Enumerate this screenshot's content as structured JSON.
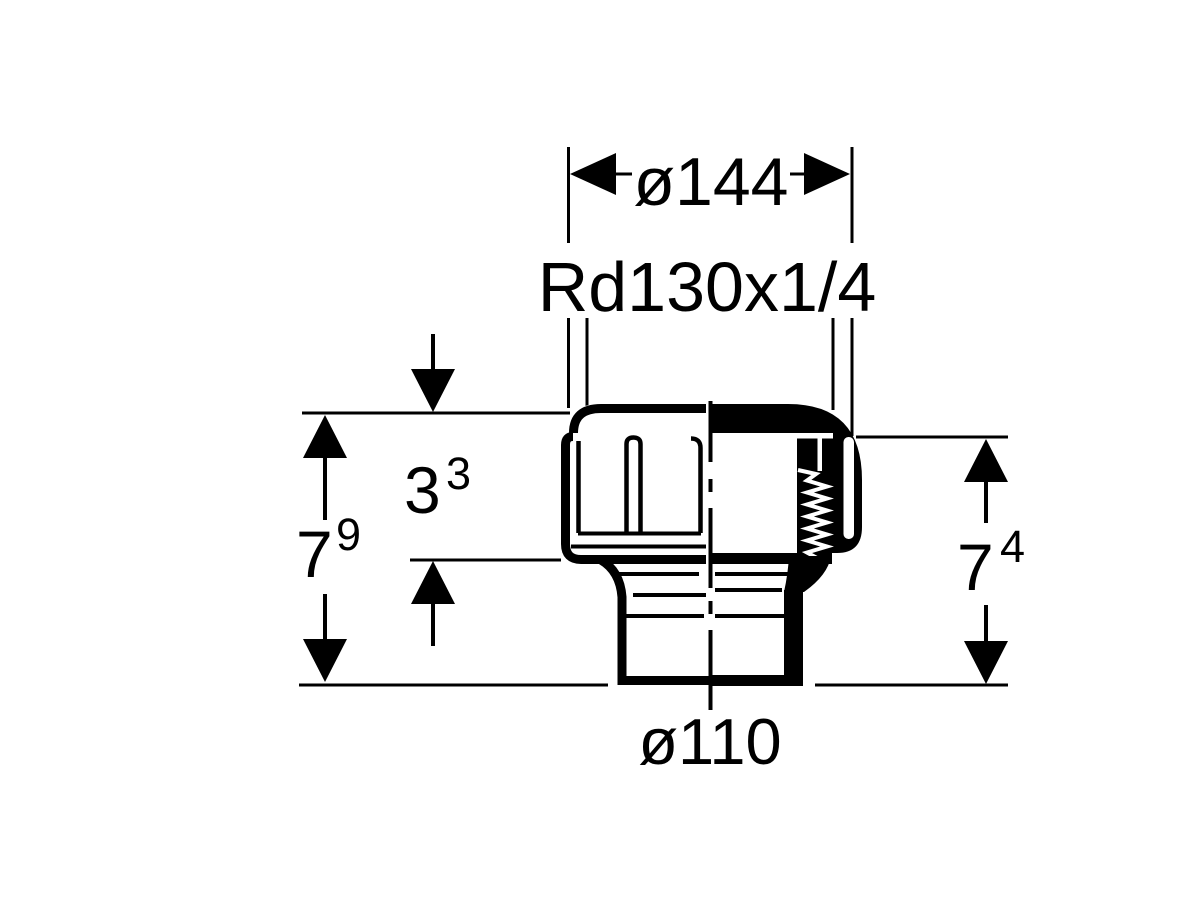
{
  "drawing": {
    "background_color": "#ffffff",
    "line_color": "#000000",
    "labels": {
      "top_diameter": "ø144",
      "thread": "Rd130x1/4",
      "bottom_diameter": "ø110",
      "height_overall": {
        "value": "7",
        "sup": "9"
      },
      "height_cap": {
        "value": "3",
        "sup": "3"
      },
      "height_right": {
        "value": "7",
        "sup": "4"
      }
    }
  }
}
